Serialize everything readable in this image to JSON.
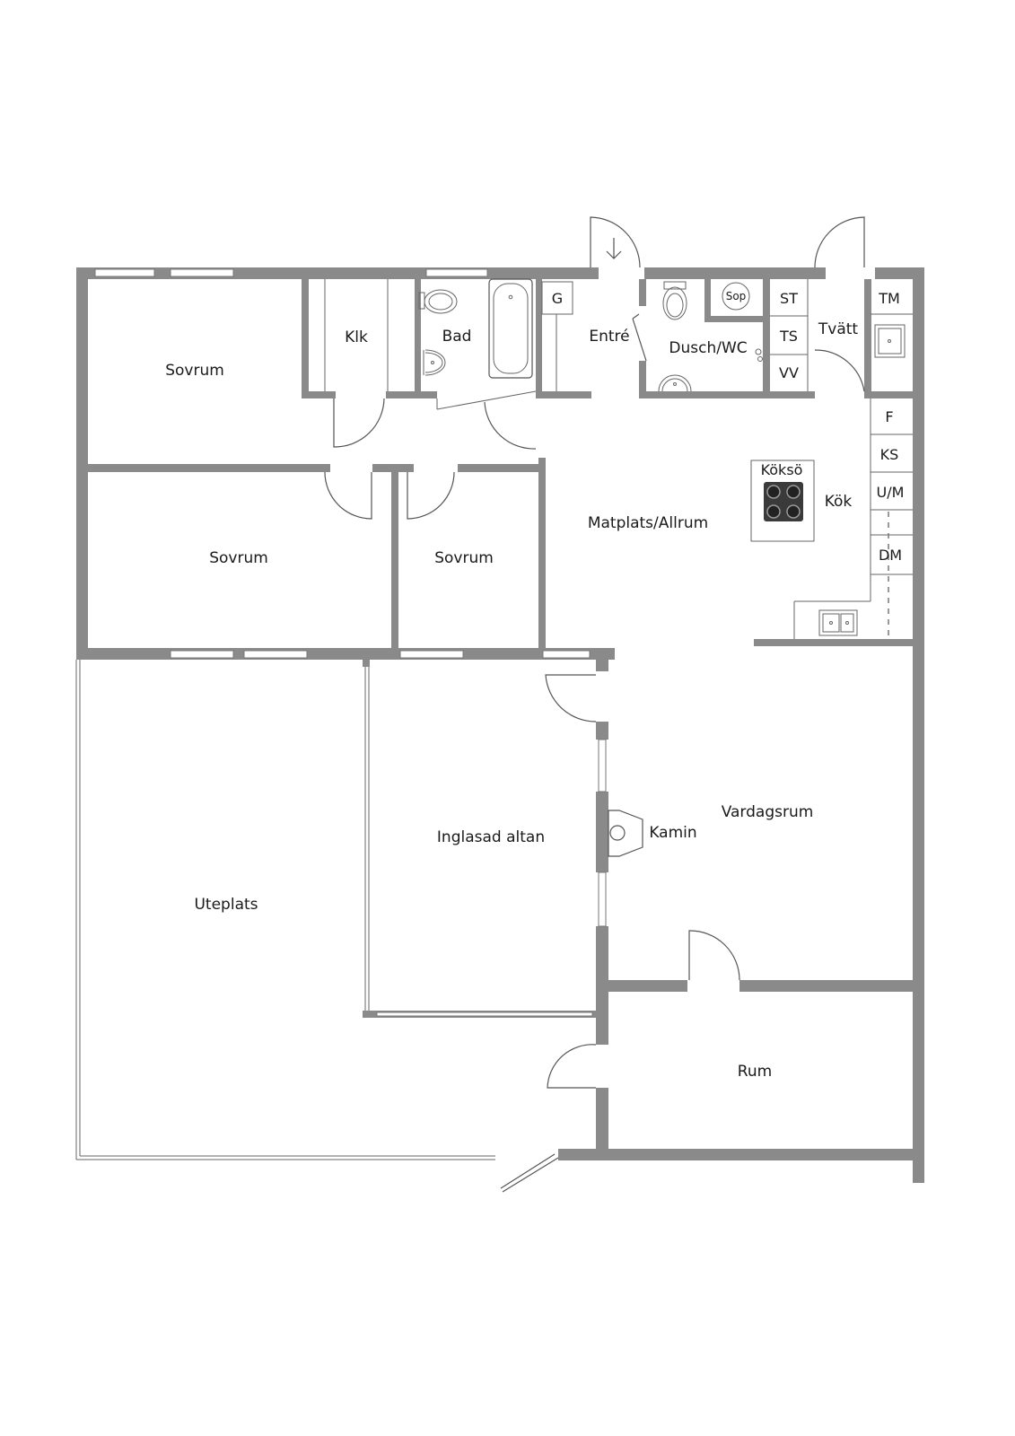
{
  "rooms": {
    "sovrum_1": "Sovrum",
    "sovrum_2": "Sovrum",
    "sovrum_3": "Sovrum",
    "klk": "Klk",
    "bad": "Bad",
    "entre": "Entré",
    "dusch_wc": "Dusch/WC",
    "tvatt": "Tvätt",
    "matplats": "Matplats/Allrum",
    "kok": "Kök",
    "koksö": "Köksö",
    "vardagsrum": "Vardagsrum",
    "inglasad_altan": "Inglasad altan",
    "uteplats": "Uteplats",
    "rum": "Rum",
    "kamin": "Kamin"
  },
  "fixtures": {
    "g": "G",
    "sop": "Sop",
    "st": "ST",
    "ts": "TS",
    "vv": "VV",
    "tm": "TM",
    "f": "F",
    "ks": "KS",
    "um": "U/M",
    "dm": "DM"
  },
  "colors": {
    "wall": "#8a8a8a",
    "stove": "#3a3a3a"
  }
}
